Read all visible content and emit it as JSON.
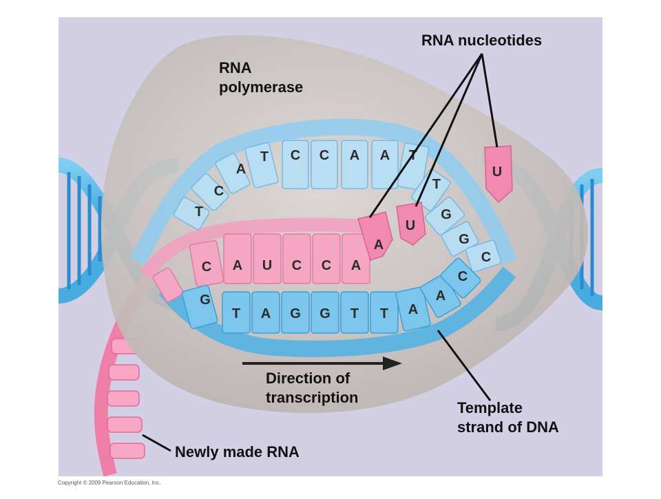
{
  "labels": {
    "rna_nucleotides": "RNA nucleotides",
    "rna_polymerase_line1": "RNA",
    "rna_polymerase_line2": "polymerase",
    "direction_line1": "Direction of",
    "direction_line2": "transcription",
    "template_line1": "Template",
    "template_line2": "strand of DNA",
    "newly_made_rna": "Newly made RNA"
  },
  "copyright": "Copyright © 2009 Pearson Education, Inc.",
  "coding_strand_bases": [
    "T",
    "C",
    "A",
    "T",
    "C",
    "C",
    "A",
    "A",
    "T",
    "T",
    "G",
    "G",
    "C"
  ],
  "rna_strand_bases": [
    "C",
    "A",
    "U",
    "C",
    "C",
    "A"
  ],
  "template_strand_bases": [
    "G",
    "T",
    "A",
    "G",
    "G",
    "T",
    "T",
    "A",
    "A",
    "C"
  ],
  "free_nucleotides": [
    "A",
    "U",
    "U"
  ],
  "colors": {
    "panel_background": "#d3d0e6",
    "polymerase": "#cfc8c4",
    "dna_blue": "#55b6e6",
    "dna_blue_light": "#bfe0f4",
    "rna_pink": "#ef7fa6",
    "rna_pink_light": "#f7b9cf"
  }
}
